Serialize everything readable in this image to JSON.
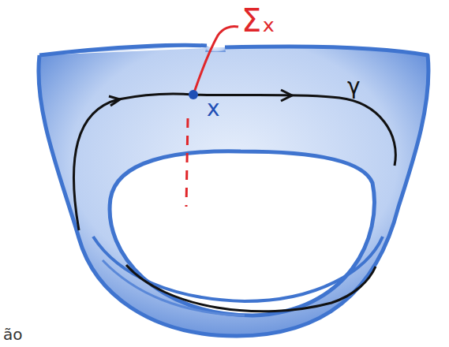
{
  "diagram": {
    "labels": [
      "Σₓ",
      "x",
      "γ",
      "ão"
    ]
  }
}
